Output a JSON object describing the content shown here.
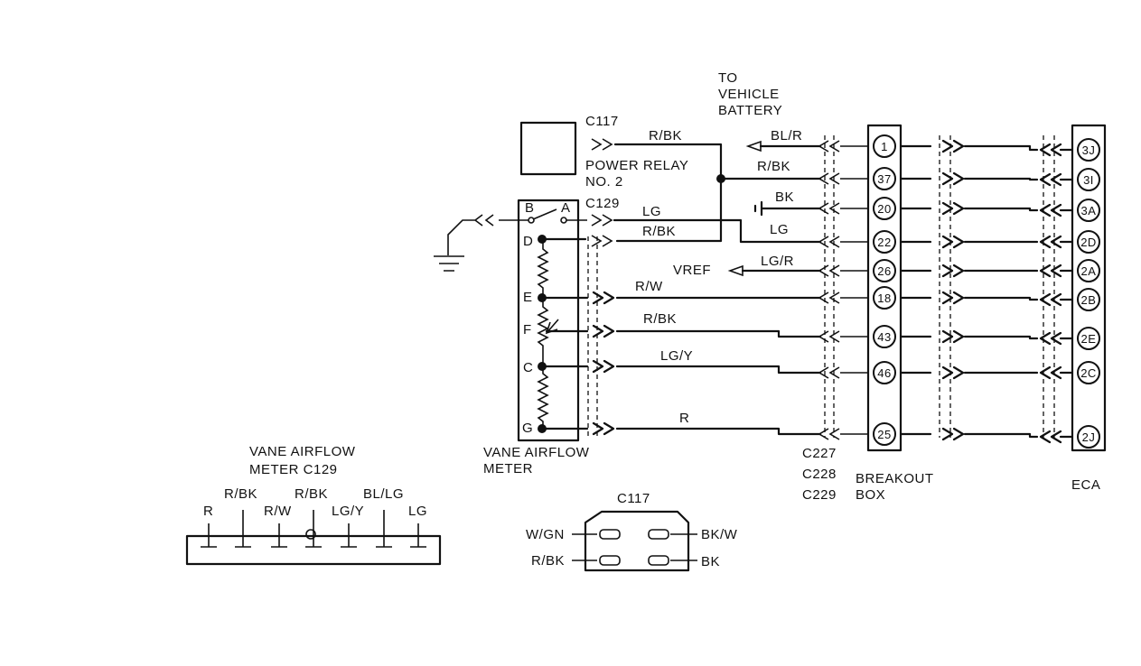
{
  "battery_label": [
    "TO",
    "VEHICLE",
    "BATTERY"
  ],
  "power_relay": {
    "connector": "C117",
    "label_lines": [
      "POWER RELAY",
      "NO. 2"
    ]
  },
  "vam": {
    "connector": "C129",
    "label_lines": [
      "VANE AIRFLOW",
      "METER"
    ],
    "terminals": [
      "B",
      "A",
      "D",
      "E",
      "F",
      "C",
      "G"
    ]
  },
  "wires": [
    {
      "id": "relay",
      "color": "R/BK"
    },
    {
      "id": "lg-top",
      "color": "LG"
    },
    {
      "id": "rbk-d",
      "color": "R/BK"
    },
    {
      "id": "rw",
      "color": "R/W"
    },
    {
      "id": "rbk-f",
      "color": "R/BK"
    },
    {
      "id": "lgy",
      "color": "LG/Y"
    },
    {
      "id": "r",
      "color": "R"
    }
  ],
  "branch_wires": [
    "BL/R",
    "R/BK",
    "BK",
    "LG",
    "LG/R"
  ],
  "vref_label": "VREF",
  "breakout_box": {
    "pins": [
      "1",
      "37",
      "20",
      "22",
      "26",
      "18",
      "43",
      "46",
      "25"
    ],
    "connectors": [
      "C227",
      "C228",
      "C229"
    ],
    "label_lines": [
      "BREAKOUT",
      "BOX"
    ]
  },
  "eca": {
    "pins": [
      "3J",
      "3I",
      "3A",
      "2D",
      "2A",
      "2B",
      "2E",
      "2C",
      "2J"
    ],
    "label": "ECA"
  },
  "vam_connector_view": {
    "title_lines": [
      "VANE AIRFLOW",
      "METER  C129"
    ],
    "top_labels": [
      "R/BK",
      "R/BK",
      "BL/LG"
    ],
    "bottom_labels": [
      "R",
      "R/W",
      "LG/Y",
      "LG"
    ]
  },
  "c117_view": {
    "title": "C117",
    "left_labels": [
      "W/GN",
      "R/BK"
    ],
    "right_labels": [
      "BK/W",
      "BK"
    ]
  }
}
